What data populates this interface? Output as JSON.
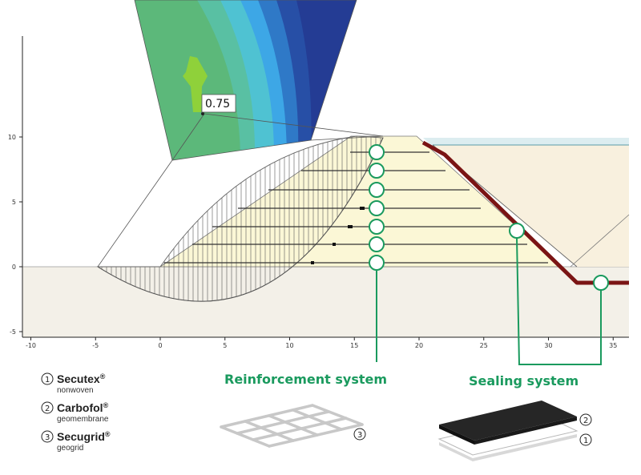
{
  "colors": {
    "accent_green": "#1a9a5e",
    "ground": "#f3f0e8",
    "fill_zone": "#fbf7d6",
    "embankment": "#f8f0de",
    "water": "#dcedf0",
    "seal": "#7a1414",
    "contour": [
      "#5cb87a",
      "#59c0a3",
      "#4fc2d2",
      "#3da7e6",
      "#2f79c7",
      "#274fa6",
      "#243c94"
    ]
  },
  "icons": [
    "connector-circle-icon",
    "grid-layer-icon",
    "membrane-layer-icon"
  ],
  "axis": {
    "x_ticks": [
      "-10",
      "-5",
      "0",
      "5",
      "10",
      "15",
      "20",
      "25",
      "30",
      "35"
    ],
    "y_ticks": [
      "10",
      "5",
      "0",
      "-5"
    ]
  },
  "callout": {
    "value": "0.75"
  },
  "systems": {
    "reinforcement": {
      "title": "Reinforcement system",
      "marker": "3"
    },
    "sealing": {
      "title": "Sealing system",
      "marker_top": "2",
      "marker_bottom": "1"
    }
  },
  "legend": [
    {
      "number": "1",
      "name": "Secutex",
      "reg": "®",
      "sub": "nonwoven"
    },
    {
      "number": "2",
      "name": "Carbofol",
      "reg": "®",
      "sub": "geomembrane"
    },
    {
      "number": "3",
      "name": "Secugrid",
      "reg": "®",
      "sub": "geogrid"
    }
  ]
}
